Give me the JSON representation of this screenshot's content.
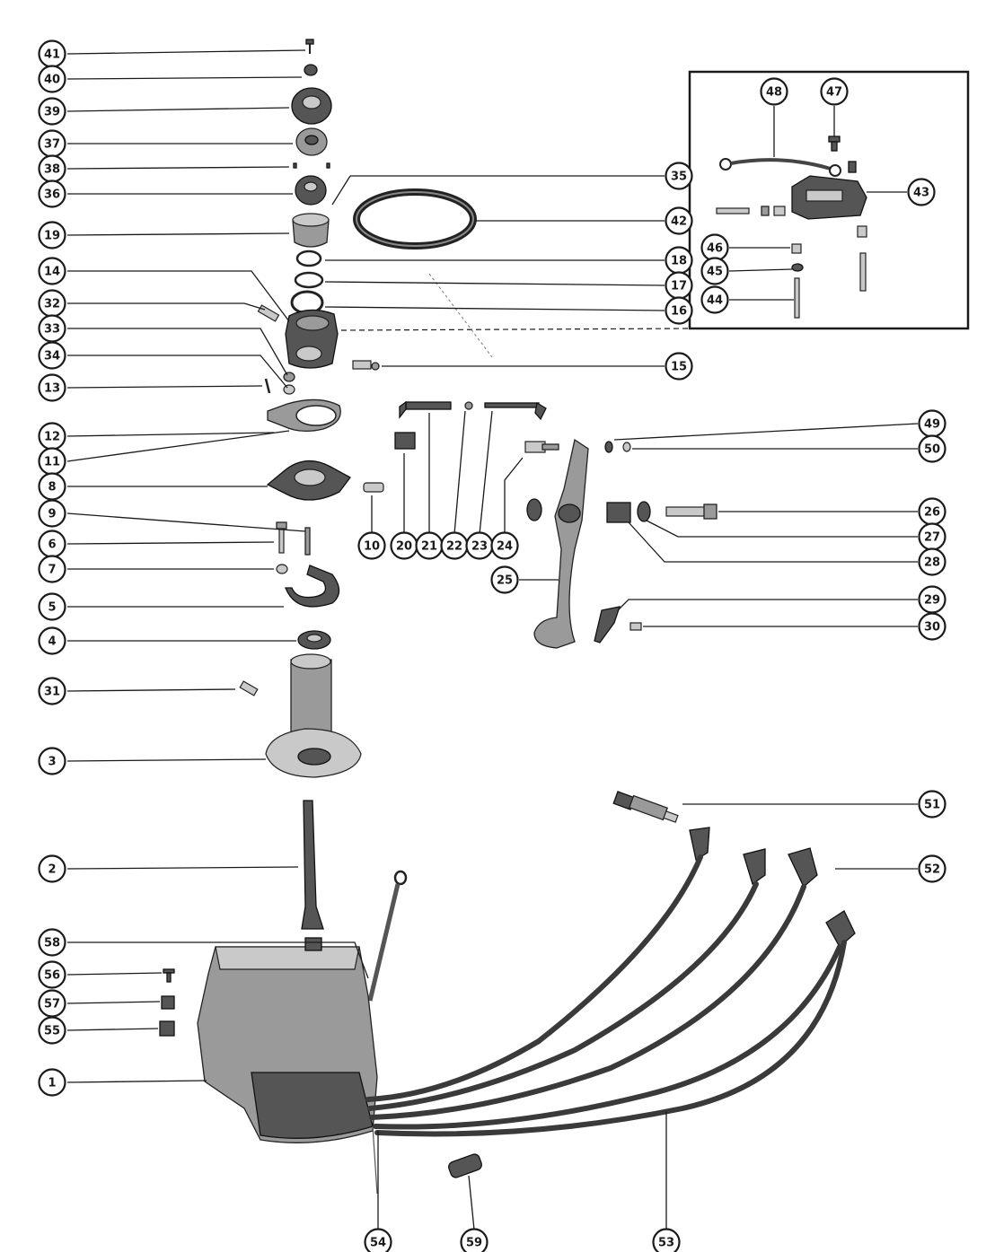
{
  "callouts": [
    {
      "id": "41",
      "label": "41"
    },
    {
      "id": "40",
      "label": "40"
    },
    {
      "id": "39",
      "label": "39"
    },
    {
      "id": "37",
      "label": "37"
    },
    {
      "id": "38",
      "label": "38"
    },
    {
      "id": "36",
      "label": "36"
    },
    {
      "id": "19",
      "label": "19"
    },
    {
      "id": "14",
      "label": "14"
    },
    {
      "id": "32",
      "label": "32"
    },
    {
      "id": "33",
      "label": "33"
    },
    {
      "id": "34",
      "label": "34"
    },
    {
      "id": "13",
      "label": "13"
    },
    {
      "id": "12",
      "label": "12"
    },
    {
      "id": "11",
      "label": "11"
    },
    {
      "id": "8",
      "label": "8"
    },
    {
      "id": "9",
      "label": "9"
    },
    {
      "id": "6",
      "label": "6"
    },
    {
      "id": "7",
      "label": "7"
    },
    {
      "id": "5",
      "label": "5"
    },
    {
      "id": "4",
      "label": "4"
    },
    {
      "id": "31",
      "label": "31"
    },
    {
      "id": "3",
      "label": "3"
    },
    {
      "id": "2",
      "label": "2"
    },
    {
      "id": "58",
      "label": "58"
    },
    {
      "id": "56",
      "label": "56"
    },
    {
      "id": "57",
      "label": "57"
    },
    {
      "id": "55",
      "label": "55"
    },
    {
      "id": "1",
      "label": "1"
    },
    {
      "id": "35",
      "label": "35"
    },
    {
      "id": "42",
      "label": "42"
    },
    {
      "id": "18",
      "label": "18"
    },
    {
      "id": "17",
      "label": "17"
    },
    {
      "id": "16",
      "label": "16"
    },
    {
      "id": "15",
      "label": "15"
    },
    {
      "id": "48",
      "label": "48"
    },
    {
      "id": "47",
      "label": "47"
    },
    {
      "id": "43",
      "label": "43"
    },
    {
      "id": "46",
      "label": "46"
    },
    {
      "id": "45",
      "label": "45"
    },
    {
      "id": "44",
      "label": "44"
    },
    {
      "id": "49",
      "label": "49"
    },
    {
      "id": "50",
      "label": "50"
    },
    {
      "id": "26",
      "label": "26"
    },
    {
      "id": "27",
      "label": "27"
    },
    {
      "id": "28",
      "label": "28"
    },
    {
      "id": "25",
      "label": "25"
    },
    {
      "id": "29",
      "label": "29"
    },
    {
      "id": "30",
      "label": "30"
    },
    {
      "id": "10",
      "label": "10"
    },
    {
      "id": "20",
      "label": "20"
    },
    {
      "id": "21",
      "label": "21"
    },
    {
      "id": "22",
      "label": "22"
    },
    {
      "id": "23",
      "label": "23"
    },
    {
      "id": "24",
      "label": "24"
    },
    {
      "id": "51",
      "label": "51"
    },
    {
      "id": "52",
      "label": "52"
    },
    {
      "id": "53",
      "label": "53"
    },
    {
      "id": "54",
      "label": "54"
    },
    {
      "id": "59",
      "label": "59"
    }
  ]
}
